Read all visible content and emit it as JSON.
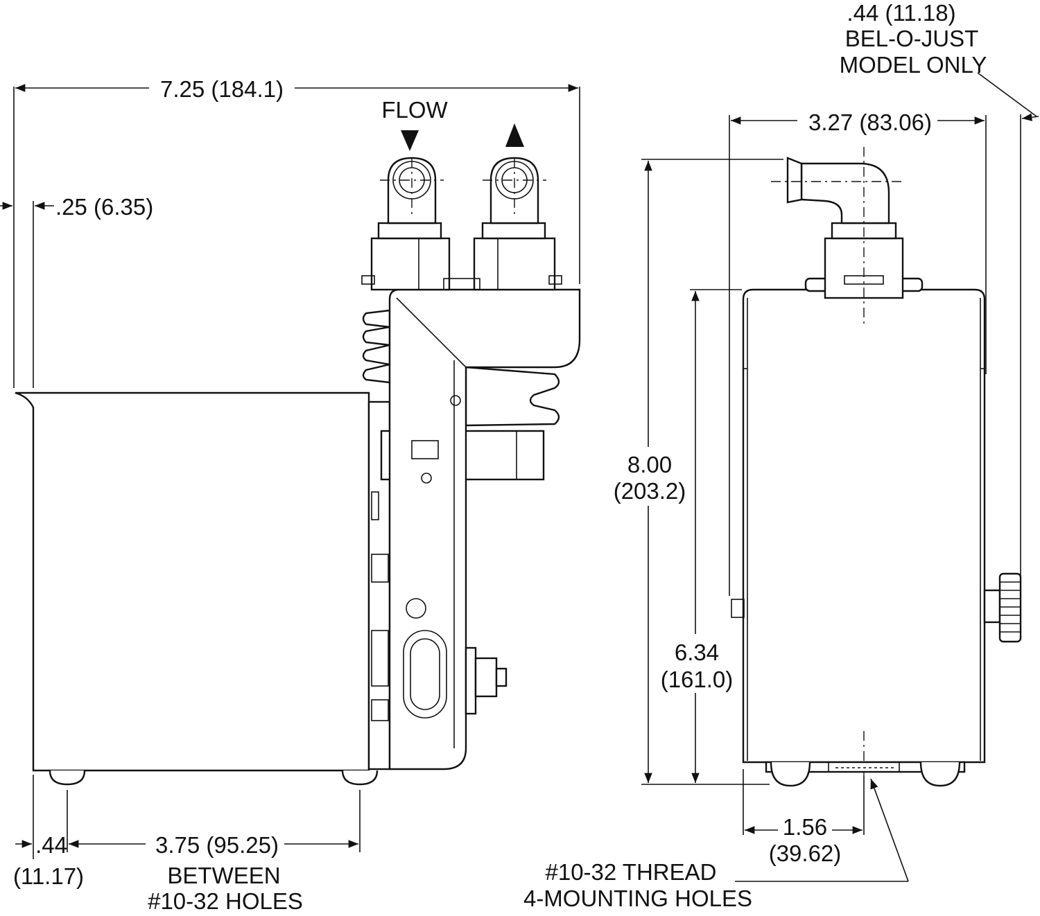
{
  "title": "",
  "side_view": {
    "overall_width": "7.25 (184.1)",
    "offset_top": ".25 (6.35)",
    "flow_label": "FLOW",
    "flow_arrow_in": "▼",
    "flow_arrow_out": "▲",
    "edge_offset_in": ".44",
    "edge_offset_mm": "(11.17)",
    "hole_spacing": "3.75 (95.25)",
    "hole_spacing_note_1": "BETWEEN",
    "hole_spacing_note_2": "#10-32 HOLES"
  },
  "front_view": {
    "belojust_offset": ".44 (11.18)",
    "belojust_note_1": "BEL-O-JUST",
    "belojust_note_2": "MODEL ONLY",
    "width": "3.27 (83.06)",
    "overall_height_in": "8.00",
    "overall_height_mm": "(203.2)",
    "body_height_in": "6.34",
    "body_height_mm": "(161.0)",
    "center_offset_in": "1.56",
    "center_offset_mm": "(39.62)",
    "thread_note_1": "#10-32 THREAD",
    "thread_note_2": "4-MOUNTING HOLES"
  }
}
